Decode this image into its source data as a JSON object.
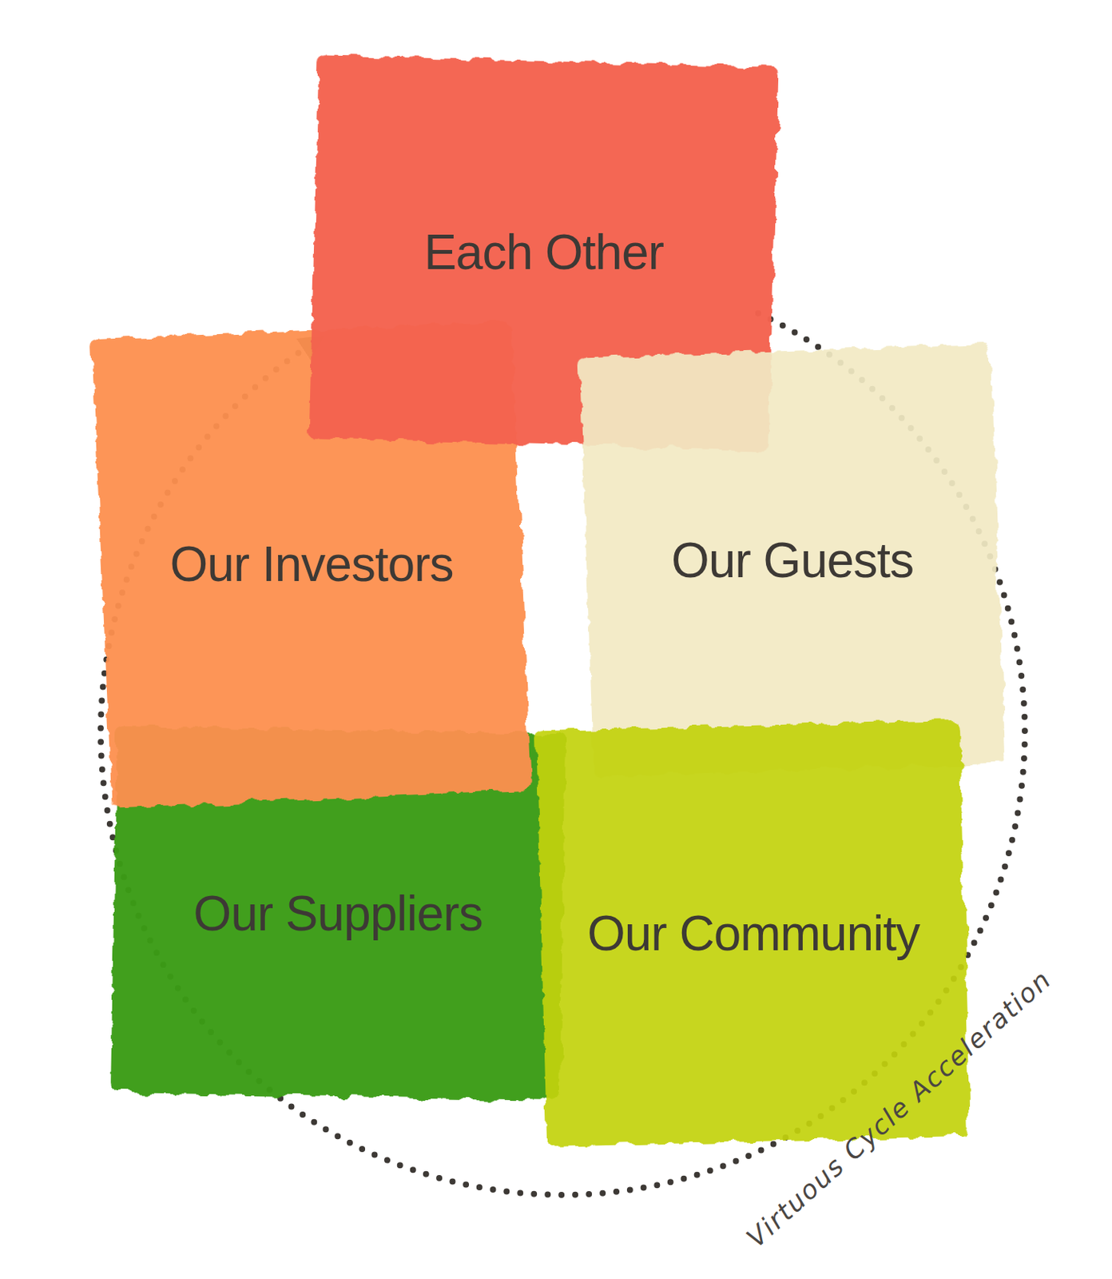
{
  "diagram": {
    "nodes": [
      {
        "text": [
          "Each Other"
        ]
      },
      {
        "text": [
          "Our Investors"
        ]
      },
      {
        "text": [
          "Our Guests"
        ]
      },
      {
        "text": [
          "Our Suppliers"
        ]
      },
      {
        "text": [
          "Our Community"
        ]
      }
    ],
    "labels": [
      "Virtuous Cycle Acceleration"
    ]
  }
}
